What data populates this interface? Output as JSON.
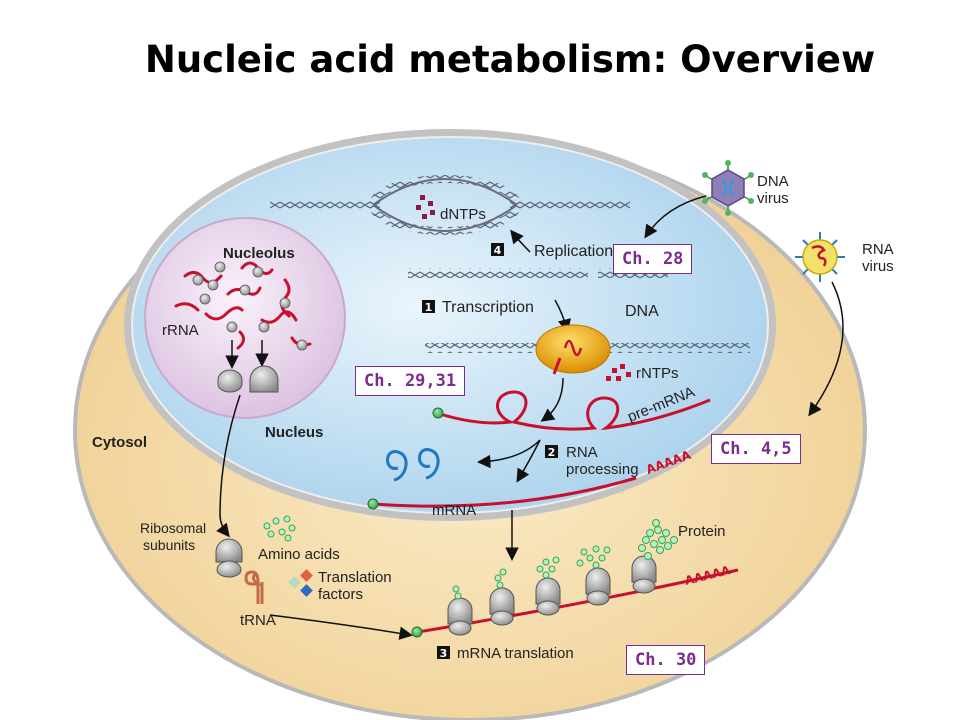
{
  "title": "Nucleic acid metabolism: Overview",
  "labels": {
    "nucleolus": "Nucleolus",
    "rrna": "rRNA",
    "nucleus": "Nucleus",
    "cytosol": "Cytosol",
    "dntps": "dNTPs",
    "replication": "Replication",
    "transcription": "Transcription",
    "dna": "DNA",
    "rntps": "rNTPs",
    "pre_mrna": "pre-mRNA",
    "rna_processing_1": "RNA",
    "rna_processing_2": "processing",
    "polya": "AAAAA",
    "mrna": "mRNA",
    "ribosomal_1": "Ribosomal",
    "ribosomal_2": "subunits",
    "amino_acids": "Amino acids",
    "translation_factors_1": "Translation",
    "translation_factors_2": "factors",
    "trna": "tRNA",
    "protein": "Protein",
    "mrna_translation": "mRNA translation",
    "dna_virus_1": "DNA",
    "dna_virus_2": "virus",
    "rna_virus_1": "RNA",
    "rna_virus_2": "virus"
  },
  "steps": {
    "transcription": "1",
    "rna_processing": "2",
    "mrna_translation": "3",
    "replication": "4"
  },
  "chapters": {
    "ch28": "Ch. 28",
    "ch29_31": "Ch. 29,31",
    "ch4_5": "Ch. 4,5",
    "ch30": "Ch. 30"
  },
  "colors": {
    "cytosol": "#f7dfb0",
    "nucleus": "#cfe6f5",
    "nucleolus": "#ecdcee",
    "rna": "#c8102e",
    "chapter_border": "#7b2c8f",
    "polymerase": "#f0a800"
  }
}
